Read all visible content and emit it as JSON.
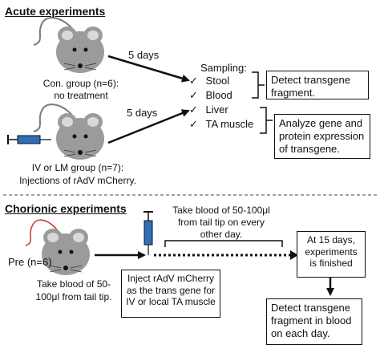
{
  "acute": {
    "title": "Acute experiments",
    "con_group_label": "Con. group (n=6):",
    "con_group_desc": "no treatment",
    "treat_group_label": "IV or LM group (n=7):",
    "treat_group_desc": "Injections of rAdV mCherry.",
    "days_top": "5 days",
    "days_bottom": "5 days",
    "sampling_title": "Sampling:",
    "samples": [
      "Stool",
      "Blood",
      "Liver",
      "TA muscle"
    ],
    "check_mark": "✓",
    "result_top": "Detect transgene fragment.",
    "result_bottom": "Analyze gene and protein expression of transgene."
  },
  "chronic": {
    "title": "Chorionic experiments",
    "pre_label": "Pre (n=6)",
    "pre_desc_1": "Take blood of 50-",
    "pre_desc_2": "100μl from tail tip.",
    "interval_1": "Take blood of 50-100μl",
    "interval_2": "from tail tip on every",
    "interval_3": "other day.",
    "inject_box": "Inject rAdV mCherry as the trans gene for IV or local TA muscle",
    "end_box": "At 15 days, experiments is finished",
    "final_box": "Detect transgene fragment in blood on each day."
  },
  "colors": {
    "mouse_body": "#9b9b9b",
    "mouse_ear": "#d9d9d9",
    "tail": "#7a7a7a",
    "syringe": "#2e6fb8",
    "dashed_divider": "#444444"
  }
}
